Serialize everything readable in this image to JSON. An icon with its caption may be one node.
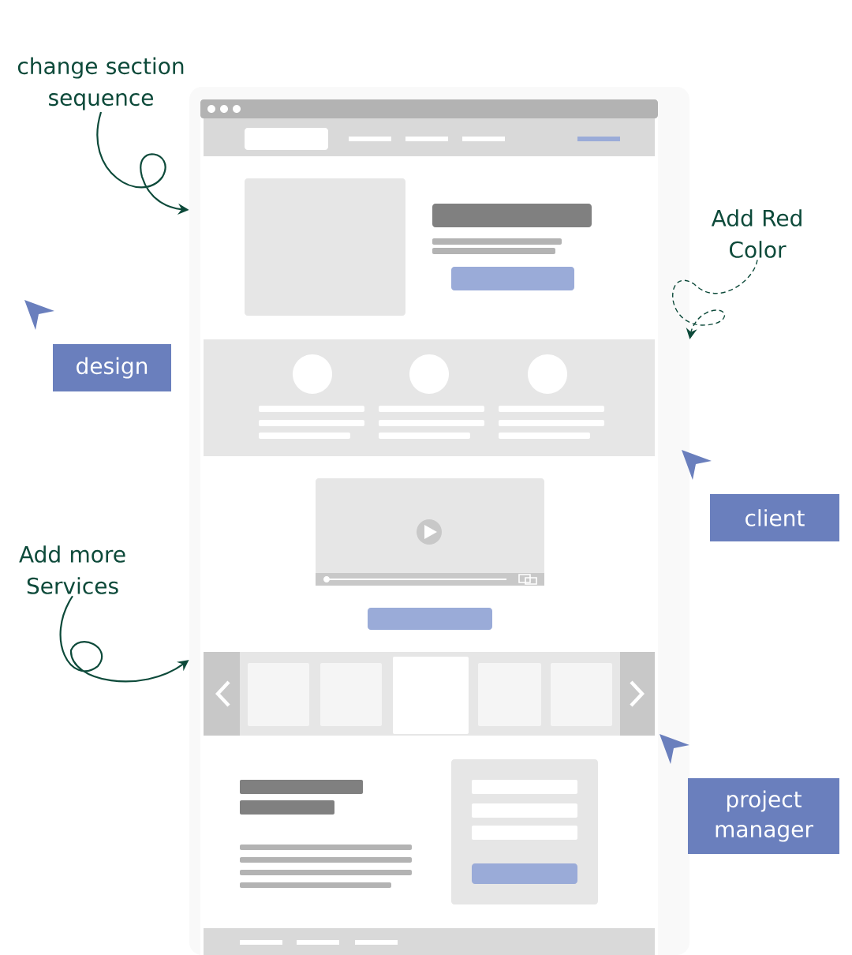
{
  "diagram": {
    "nodes": [
      {
        "text": [
          "change section sequence"
        ]
      },
      {
        "text": [],
        "shape": "picture"
      },
      {
        "text": [
          "Add Red Color"
        ]
      },
      {
        "text": [
          "Add more Services"
        ]
      },
      {
        "text": [
          "design"
        ]
      },
      {
        "text": [
          "client"
        ]
      },
      {
        "text": [
          "project manager"
        ]
      }
    ],
    "edges": [
      {
        "from": 0,
        "to": 1,
        "arrow": "to"
      },
      {
        "from": 2,
        "to": 1,
        "arrow": "to",
        "style": "dashed"
      },
      {
        "from": 3,
        "to": 1,
        "arrow": "to"
      }
    ]
  }
}
